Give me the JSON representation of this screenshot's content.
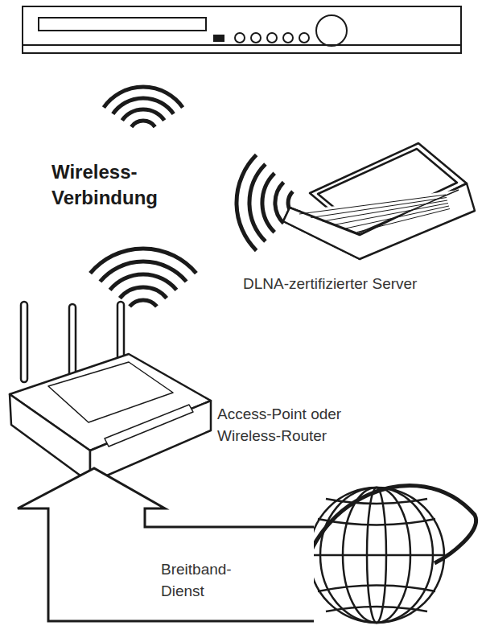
{
  "diagram": {
    "labels": [
      "Wireless- Verbindung",
      "DLNA-zertifizierter Server",
      "Access-Point oder Wireless-Router",
      "Breitband- Dienst"
    ]
  }
}
